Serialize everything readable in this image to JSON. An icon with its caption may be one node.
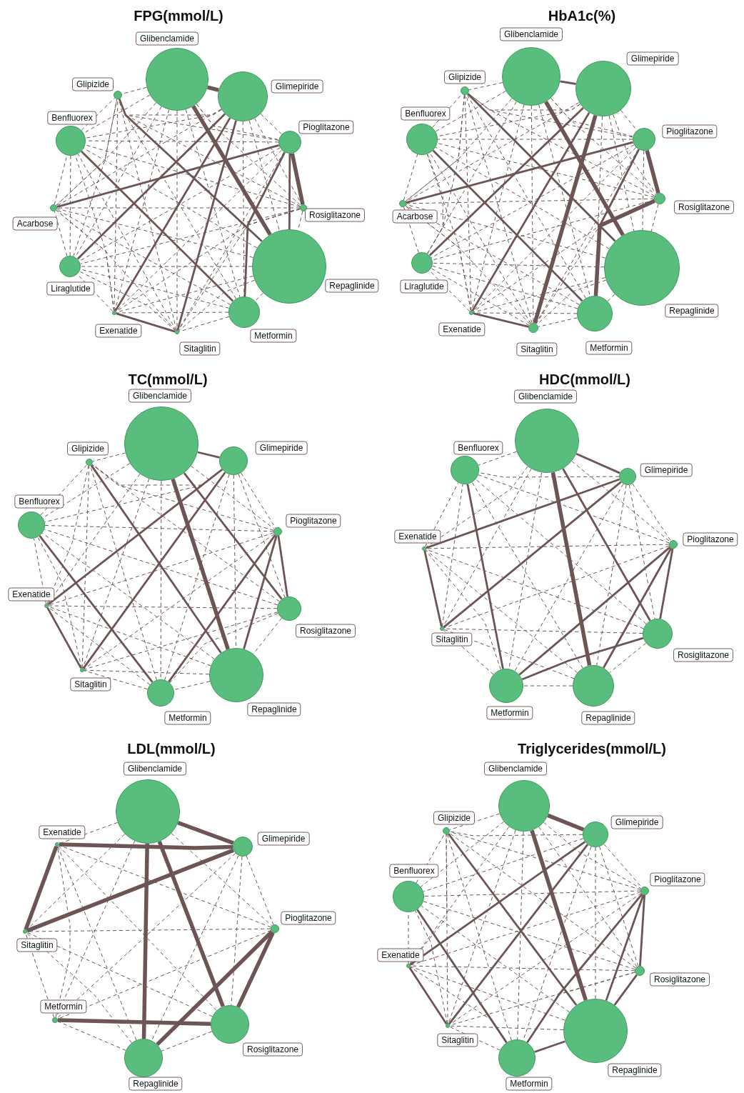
{
  "diagram": {
    "nodes": [
      {
        "text": [
          "FPG(mmol/L)"
        ]
      },
      {
        "text": [
          "Glibenclamide"
        ],
        "in": 0
      },
      {
        "text": [
          "Glimepiride"
        ],
        "in": 0
      },
      {
        "text": [
          "Pioglitazone"
        ],
        "in": 0
      },
      {
        "text": [
          "Rosiglitazone"
        ],
        "in": 0
      },
      {
        "text": [
          "Repaglinide"
        ],
        "in": 0
      },
      {
        "text": [
          "Metformin"
        ],
        "in": 0
      },
      {
        "text": [
          "Sitaglitin"
        ],
        "in": 0
      },
      {
        "text": [
          "Exenatide"
        ],
        "in": 0
      },
      {
        "text": [
          "Liraglutide"
        ],
        "in": 0
      },
      {
        "text": [
          "Acarbose"
        ],
        "in": 0
      },
      {
        "text": [
          "Benfluorex"
        ],
        "in": 0
      },
      {
        "text": [
          "Glipizide"
        ],
        "in": 0
      },
      {
        "text": [
          "HbA1c(%)"
        ]
      },
      {
        "text": [
          "Glibenclamide"
        ],
        "in": 13
      },
      {
        "text": [
          "Glimepiride"
        ],
        "in": 13
      },
      {
        "text": [
          "Pioglitazone"
        ],
        "in": 13
      },
      {
        "text": [
          "Rosiglitazone"
        ],
        "in": 13
      },
      {
        "text": [
          "Repaglinide"
        ],
        "in": 13
      },
      {
        "text": [
          "Metformin"
        ],
        "in": 13
      },
      {
        "text": [
          "Sitaglitin"
        ],
        "in": 13
      },
      {
        "text": [
          "Exenatide"
        ],
        "in": 13
      },
      {
        "text": [
          "Liraglutide"
        ],
        "in": 13
      },
      {
        "text": [
          "Acarbose"
        ],
        "in": 13
      },
      {
        "text": [
          "Benfluorex"
        ],
        "in": 13
      },
      {
        "text": [
          "Glipizide"
        ],
        "in": 13
      },
      {
        "text": [
          "TC(mmol/L)"
        ]
      },
      {
        "text": [
          "Glibenclamide"
        ],
        "in": 26
      },
      {
        "text": [
          "Glimepiride"
        ],
        "in": 26
      },
      {
        "text": [
          "Pioglitazone"
        ],
        "in": 26
      },
      {
        "text": [
          "Rosiglitazone"
        ],
        "in": 26
      },
      {
        "text": [
          "Repaglinide"
        ],
        "in": 26
      },
      {
        "text": [
          "Metformin"
        ],
        "in": 26
      },
      {
        "text": [
          "Sitaglitin"
        ],
        "in": 26
      },
      {
        "text": [
          "Exenatide"
        ],
        "in": 26
      },
      {
        "text": [
          "Benfluorex"
        ],
        "in": 26
      },
      {
        "text": [
          "Glipizide"
        ],
        "in": 26
      },
      {
        "text": [
          "HDC(mmol/L)"
        ]
      },
      {
        "text": [
          "Glibenclamide"
        ],
        "in": 37
      },
      {
        "text": [
          "Glimepiride"
        ],
        "in": 37
      },
      {
        "text": [
          "Pioglitazone"
        ],
        "in": 37
      },
      {
        "text": [
          "Rosiglitazone"
        ],
        "in": 37
      },
      {
        "text": [
          "Repaglinide"
        ],
        "in": 37
      },
      {
        "text": [
          "Metformin"
        ],
        "in": 37
      },
      {
        "text": [
          "Sitaglitin"
        ],
        "in": 37
      },
      {
        "text": [
          "Exenatide"
        ],
        "in": 37
      },
      {
        "text": [
          "Benfluorex"
        ],
        "in": 37
      },
      {
        "text": [
          "LDL(mmol/L)"
        ]
      },
      {
        "text": [
          "Glibenclamide"
        ],
        "in": 47
      },
      {
        "text": [
          "Glimepiride"
        ],
        "in": 47
      },
      {
        "text": [
          "Pioglitazone"
        ],
        "in": 47
      },
      {
        "text": [
          "Rosiglitazone"
        ],
        "in": 47
      },
      {
        "text": [
          "Repaglinide"
        ],
        "in": 47
      },
      {
        "text": [
          "Metformin"
        ],
        "in": 47
      },
      {
        "text": [
          "Sitaglitin"
        ],
        "in": 47
      },
      {
        "text": [
          "Exenatide"
        ],
        "in": 47
      },
      {
        "text": [
          "Triglycerides(mmol/L)"
        ]
      },
      {
        "text": [
          "Glibenclamide"
        ],
        "in": 56
      },
      {
        "text": [
          "Glimepiride"
        ],
        "in": 56
      },
      {
        "text": [
          "Pioglitazone"
        ],
        "in": 56
      },
      {
        "text": [
          "Rosiglitazone"
        ],
        "in": 56
      },
      {
        "text": [
          "Repaglinide"
        ],
        "in": 56
      },
      {
        "text": [
          "Metformin"
        ],
        "in": 56
      },
      {
        "text": [
          "Sitaglitin"
        ],
        "in": 56
      },
      {
        "text": [
          "Exenatide"
        ],
        "in": 56
      },
      {
        "text": [
          "Benfluorex"
        ],
        "in": 56
      },
      {
        "text": [
          "Glipizide"
        ],
        "in": 56
      }
    ],
    "edges": [
      {
        "from": 1,
        "to": 2,
        "arrow": "none",
        "style": "thick"
      },
      {
        "from": 1,
        "to": 3,
        "arrow": "none",
        "style": "dashed"
      },
      {
        "from": 1,
        "to": 4,
        "arrow": "none",
        "style": "dashed"
      },
      {
        "from": 1,
        "to": 5,
        "arrow": "none",
        "style": "thick"
      },
      {
        "from": 1,
        "to": 6,
        "arrow": "none",
        "style": "dashed"
      },
      {
        "from": 1,
        "to": 7,
        "arrow": "none",
        "style": "dashed"
      },
      {
        "from": 1,
        "to": 8,
        "arrow": "none",
        "style": "dashed"
      },
      {
        "from": 1,
        "to": 9,
        "arrow": "none",
        "style": "dashed"
      },
      {
        "from": 1,
        "to": 10,
        "arrow": "none",
        "style": "dashed"
      },
      {
        "from": 1,
        "to": 11,
        "arrow": "none",
        "style": "dashed"
      },
      {
        "from": 1,
        "to": 12,
        "arrow": "none",
        "style": "dashed"
      },
      {
        "from": 2,
        "to": 3,
        "arrow": "none",
        "style": "dashed"
      },
      {
        "from": 2,
        "to": 4,
        "arrow": "none",
        "style": "dashed"
      },
      {
        "from": 2,
        "to": 5,
        "arrow": "none",
        "style": "dashed"
      },
      {
        "from": 2,
        "to": 6,
        "arrow": "none",
        "style": "dashed"
      },
      {
        "from": 2,
        "to": 7,
        "arrow": "none"
      },
      {
        "from": 2,
        "to": 8,
        "arrow": "none"
      },
      {
        "from": 2,
        "to": 9,
        "arrow": "none"
      },
      {
        "from": 2,
        "to": 10,
        "arrow": "none",
        "style": "dashed"
      },
      {
        "from": 2,
        "to": 11,
        "arrow": "none",
        "style": "dashed"
      },
      {
        "from": 2,
        "to": 12,
        "arrow": "none",
        "style": "dashed"
      },
      {
        "from": 3,
        "to": 4,
        "arrow": "none",
        "style": "thick"
      },
      {
        "from": 3,
        "to": 5,
        "arrow": "none"
      },
      {
        "from": 3,
        "to": 6,
        "arrow": "none"
      },
      {
        "from": 3,
        "to": 7,
        "arrow": "none",
        "style": "dashed"
      },
      {
        "from": 3,
        "to": 8,
        "arrow": "none",
        "style": "dashed"
      },
      {
        "from": 3,
        "to": 9,
        "arrow": "none",
        "style": "dashed"
      },
      {
        "from": 3,
        "to": 10,
        "arrow": "none"
      },
      {
        "from": 3,
        "to": 11,
        "arrow": "none",
        "style": "dashed"
      },
      {
        "from": 3,
        "to": 12,
        "arrow": "none",
        "style": "dashed"
      },
      {
        "from": 4,
        "to": 5,
        "arrow": "none",
        "style": "dashed"
      },
      {
        "from": 4,
        "to": 6,
        "arrow": "none",
        "style": "dashed"
      },
      {
        "from": 4,
        "to": 7,
        "arrow": "none",
        "style": "dashed"
      },
      {
        "from": 4,
        "to": 8,
        "arrow": "none",
        "style": "dashed"
      },
      {
        "from": 4,
        "to": 9,
        "arrow": "none",
        "style": "dashed"
      },
      {
        "from": 4,
        "to": 10,
        "arrow": "none",
        "style": "dashed"
      },
      {
        "from": 4,
        "to": 11,
        "arrow": "none",
        "style": "dashed"
      },
      {
        "from": 4,
        "to": 12,
        "arrow": "none",
        "style": "dashed"
      },
      {
        "from": 5,
        "to": 6,
        "arrow": "none",
        "style": "dashed"
      },
      {
        "from": 5,
        "to": 7,
        "arrow": "none",
        "style": "dashed"
      },
      {
        "from": 5,
        "to": 8,
        "arrow": "none",
        "style": "dashed"
      },
      {
        "from": 5,
        "to": 9,
        "arrow": "none",
        "style": "dashed"
      },
      {
        "from": 5,
        "to": 10,
        "arrow": "none",
        "style": "dashed"
      },
      {
        "from": 5,
        "to": 11,
        "arrow": "none",
        "style": "dashed"
      },
      {
        "from": 5,
        "to": 12,
        "arrow": "none"
      },
      {
        "from": 6,
        "to": 7,
        "arrow": "none",
        "style": "dashed"
      },
      {
        "from": 6,
        "to": 8,
        "arrow": "none",
        "style": "dashed"
      },
      {
        "from": 6,
        "to": 9,
        "arrow": "none",
        "style": "dashed"
      },
      {
        "from": 6,
        "to": 10,
        "arrow": "none",
        "style": "dashed"
      },
      {
        "from": 6,
        "to": 11,
        "arrow": "none"
      },
      {
        "from": 6,
        "to": 12,
        "arrow": "none",
        "style": "dashed"
      },
      {
        "from": 7,
        "to": 8,
        "arrow": "none"
      },
      {
        "from": 7,
        "to": 9,
        "arrow": "none",
        "style": "dashed"
      },
      {
        "from": 7,
        "to": 10,
        "arrow": "none",
        "style": "dashed"
      },
      {
        "from": 7,
        "to": 11,
        "arrow": "none",
        "style": "dashed"
      },
      {
        "from": 7,
        "to": 12,
        "arrow": "none",
        "style": "dashed"
      },
      {
        "from": 8,
        "to": 9,
        "arrow": "none",
        "style": "dashed"
      },
      {
        "from": 8,
        "to": 10,
        "arrow": "none",
        "style": "dashed"
      },
      {
        "from": 8,
        "to": 11,
        "arrow": "none",
        "style": "dashed"
      },
      {
        "from": 8,
        "to": 12,
        "arrow": "none",
        "style": "dashed"
      },
      {
        "from": 9,
        "to": 10,
        "arrow": "none",
        "style": "dashed"
      },
      {
        "from": 9,
        "to": 11,
        "arrow": "none",
        "style": "dashed"
      },
      {
        "from": 9,
        "to": 12,
        "arrow": "none",
        "style": "dashed"
      },
      {
        "from": 10,
        "to": 11,
        "arrow": "none",
        "style": "dashed"
      },
      {
        "from": 10,
        "to": 12,
        "arrow": "none",
        "style": "dashed"
      },
      {
        "from": 11,
        "to": 12,
        "arrow": "none",
        "style": "dashed"
      },
      {
        "from": 14,
        "to": 15,
        "arrow": "none"
      },
      {
        "from": 14,
        "to": 16,
        "arrow": "none",
        "style": "dashed"
      },
      {
        "from": 14,
        "to": 17,
        "arrow": "none",
        "style": "dashed"
      },
      {
        "from": 14,
        "to": 18,
        "arrow": "none",
        "style": "thick"
      },
      {
        "from": 14,
        "to": 19,
        "arrow": "none",
        "style": "dashed"
      },
      {
        "from": 14,
        "to": 20,
        "arrow": "none",
        "style": "dashed"
      },
      {
        "from": 14,
        "to": 21,
        "arrow": "none",
        "style": "dashed"
      },
      {
        "from": 14,
        "to": 22,
        "arrow": "none",
        "style": "dashed"
      },
      {
        "from": 14,
        "to": 23,
        "arrow": "none",
        "style": "dashed"
      },
      {
        "from": 14,
        "to": 24,
        "arrow": "none",
        "style": "dashed"
      },
      {
        "from": 14,
        "to": 25,
        "arrow": "none",
        "style": "dashed"
      },
      {
        "from": 15,
        "to": 16,
        "arrow": "none",
        "style": "dashed"
      },
      {
        "from": 15,
        "to": 17,
        "arrow": "none",
        "style": "dashed"
      },
      {
        "from": 15,
        "to": 18,
        "arrow": "none",
        "style": "dashed"
      },
      {
        "from": 15,
        "to": 19,
        "arrow": "none",
        "style": "dashed"
      },
      {
        "from": 15,
        "to": 20,
        "arrow": "none",
        "style": "thick"
      },
      {
        "from": 15,
        "to": 21,
        "arrow": "none"
      },
      {
        "from": 15,
        "to": 22,
        "arrow": "none"
      },
      {
        "from": 15,
        "to": 23,
        "arrow": "none",
        "style": "dashed"
      },
      {
        "from": 15,
        "to": 24,
        "arrow": "none",
        "style": "dashed"
      },
      {
        "from": 15,
        "to": 25,
        "arrow": "none",
        "style": "dashed"
      },
      {
        "from": 16,
        "to": 17,
        "arrow": "none",
        "style": "thick"
      },
      {
        "from": 16,
        "to": 18,
        "arrow": "none",
        "style": "dashed"
      },
      {
        "from": 16,
        "to": 19,
        "arrow": "none"
      },
      {
        "from": 16,
        "to": 20,
        "arrow": "none",
        "style": "dashed"
      },
      {
        "from": 16,
        "to": 21,
        "arrow": "none",
        "style": "dashed"
      },
      {
        "from": 16,
        "to": 22,
        "arrow": "none",
        "style": "dashed"
      },
      {
        "from": 16,
        "to": 23,
        "arrow": "none"
      },
      {
        "from": 16,
        "to": 24,
        "arrow": "none",
        "style": "dashed"
      },
      {
        "from": 16,
        "to": 25,
        "arrow": "none",
        "style": "dashed"
      },
      {
        "from": 17,
        "to": 18,
        "arrow": "none",
        "style": "dashed"
      },
      {
        "from": 17,
        "to": 19,
        "arrow": "none",
        "style": "thick"
      },
      {
        "from": 17,
        "to": 20,
        "arrow": "none",
        "style": "dashed"
      },
      {
        "from": 17,
        "to": 21,
        "arrow": "none",
        "style": "dashed"
      },
      {
        "from": 17,
        "to": 22,
        "arrow": "none",
        "style": "dashed"
      },
      {
        "from": 17,
        "to": 23,
        "arrow": "none",
        "style": "dashed"
      },
      {
        "from": 17,
        "to": 24,
        "arrow": "none",
        "style": "dashed"
      },
      {
        "from": 17,
        "to": 25,
        "arrow": "none",
        "style": "dashed"
      },
      {
        "from": 18,
        "to": 19,
        "arrow": "none",
        "style": "dashed"
      },
      {
        "from": 18,
        "to": 20,
        "arrow": "none",
        "style": "dashed"
      },
      {
        "from": 18,
        "to": 21,
        "arrow": "none",
        "style": "dashed"
      },
      {
        "from": 18,
        "to": 22,
        "arrow": "none",
        "style": "dashed"
      },
      {
        "from": 18,
        "to": 23,
        "arrow": "none",
        "style": "dashed"
      },
      {
        "from": 18,
        "to": 24,
        "arrow": "none",
        "style": "dashed"
      },
      {
        "from": 18,
        "to": 25,
        "arrow": "none"
      },
      {
        "from": 19,
        "to": 20,
        "arrow": "none",
        "style": "dashed"
      },
      {
        "from": 19,
        "to": 21,
        "arrow": "none",
        "style": "dashed"
      },
      {
        "from": 19,
        "to": 22,
        "arrow": "none",
        "style": "dashed"
      },
      {
        "from": 19,
        "to": 23,
        "arrow": "none",
        "style": "dashed"
      },
      {
        "from": 19,
        "to": 24,
        "arrow": "none"
      },
      {
        "from": 19,
        "to": 25,
        "arrow": "none",
        "style": "dashed"
      },
      {
        "from": 20,
        "to": 21,
        "arrow": "none"
      },
      {
        "from": 20,
        "to": 22,
        "arrow": "none",
        "style": "dashed"
      },
      {
        "from": 20,
        "to": 23,
        "arrow": "none",
        "style": "dashed"
      },
      {
        "from": 20,
        "to": 24,
        "arrow": "none",
        "style": "dashed"
      },
      {
        "from": 20,
        "to": 25,
        "arrow": "none",
        "style": "dashed"
      },
      {
        "from": 21,
        "to": 22,
        "arrow": "none",
        "style": "dashed"
      },
      {
        "from": 21,
        "to": 23,
        "arrow": "none",
        "style": "dashed"
      },
      {
        "from": 21,
        "to": 24,
        "arrow": "none",
        "style": "dashed"
      },
      {
        "from": 21,
        "to": 25,
        "arrow": "none",
        "style": "dashed"
      },
      {
        "from": 22,
        "to": 23,
        "arrow": "none",
        "style": "dashed"
      },
      {
        "from": 22,
        "to": 24,
        "arrow": "none",
        "style": "dashed"
      },
      {
        "from": 22,
        "to": 25,
        "arrow": "none",
        "style": "dashed"
      },
      {
        "from": 23,
        "to": 24,
        "arrow": "none",
        "style": "dashed"
      },
      {
        "from": 23,
        "to": 25,
        "arrow": "none",
        "style": "dashed"
      },
      {
        "from": 24,
        "to": 25,
        "arrow": "none",
        "style": "dashed"
      },
      {
        "from": 27,
        "to": 28,
        "arrow": "none"
      },
      {
        "from": 27,
        "to": 29,
        "arrow": "none",
        "style": "dashed"
      },
      {
        "from": 27,
        "to": 30,
        "arrow": "none"
      },
      {
        "from": 27,
        "to": 31,
        "arrow": "none",
        "style": "thick"
      },
      {
        "from": 27,
        "to": 32,
        "arrow": "none",
        "style": "dashed"
      },
      {
        "from": 27,
        "to": 33,
        "arrow": "none",
        "style": "dashed"
      },
      {
        "from": 27,
        "to": 34,
        "arrow": "none",
        "style": "dashed"
      },
      {
        "from": 27,
        "to": 35,
        "arrow": "none",
        "style": "dashed"
      },
      {
        "from": 27,
        "to": 36,
        "arrow": "none",
        "style": "dashed"
      },
      {
        "from": 28,
        "to": 29,
        "arrow": "none",
        "style": "dashed"
      },
      {
        "from": 28,
        "to": 30,
        "arrow": "none",
        "style": "dashed"
      },
      {
        "from": 28,
        "to": 31,
        "arrow": "none",
        "style": "dashed"
      },
      {
        "from": 28,
        "to": 32,
        "arrow": "none",
        "style": "dashed"
      },
      {
        "from": 28,
        "to": 33,
        "arrow": "none"
      },
      {
        "from": 28,
        "to": 34,
        "arrow": "none"
      },
      {
        "from": 28,
        "to": 35,
        "arrow": "none",
        "style": "dashed"
      },
      {
        "from": 28,
        "to": 36,
        "arrow": "none",
        "style": "dashed"
      },
      {
        "from": 29,
        "to": 30,
        "arrow": "none"
      },
      {
        "from": 29,
        "to": 31,
        "arrow": "none"
      },
      {
        "from": 29,
        "to": 32,
        "arrow": "none"
      },
      {
        "from": 29,
        "to": 33,
        "arrow": "none",
        "style": "dashed"
      },
      {
        "from": 29,
        "to": 34,
        "arrow": "none",
        "style": "dashed"
      },
      {
        "from": 29,
        "to": 35,
        "arrow": "none",
        "style": "dashed"
      },
      {
        "from": 29,
        "to": 36,
        "arrow": "none",
        "style": "dashed"
      },
      {
        "from": 30,
        "to": 31,
        "arrow": "none",
        "style": "dashed"
      },
      {
        "from": 30,
        "to": 32,
        "arrow": "none",
        "style": "dashed"
      },
      {
        "from": 30,
        "to": 33,
        "arrow": "none",
        "style": "dashed"
      },
      {
        "from": 30,
        "to": 34,
        "arrow": "none",
        "style": "dashed"
      },
      {
        "from": 30,
        "to": 35,
        "arrow": "none",
        "style": "dashed"
      },
      {
        "from": 30,
        "to": 36,
        "arrow": "none",
        "style": "dashed"
      },
      {
        "from": 31,
        "to": 32,
        "arrow": "none",
        "style": "dashed"
      },
      {
        "from": 31,
        "to": 33,
        "arrow": "none",
        "style": "dashed"
      },
      {
        "from": 31,
        "to": 34,
        "arrow": "none",
        "style": "dashed"
      },
      {
        "from": 31,
        "to": 35,
        "arrow": "none",
        "style": "dashed"
      },
      {
        "from": 31,
        "to": 36,
        "arrow": "none"
      },
      {
        "from": 32,
        "to": 33,
        "arrow": "none",
        "style": "dashed"
      },
      {
        "from": 32,
        "to": 34,
        "arrow": "none",
        "style": "dashed"
      },
      {
        "from": 32,
        "to": 35,
        "arrow": "none"
      },
      {
        "from": 32,
        "to": 36,
        "arrow": "none",
        "style": "dashed"
      },
      {
        "from": 33,
        "to": 34,
        "arrow": "none"
      },
      {
        "from": 33,
        "to": 35,
        "arrow": "none",
        "style": "dashed"
      },
      {
        "from": 33,
        "to": 36,
        "arrow": "none",
        "style": "dashed"
      },
      {
        "from": 34,
        "to": 35,
        "arrow": "none",
        "style": "dashed"
      },
      {
        "from": 34,
        "to": 36,
        "arrow": "none",
        "style": "dashed"
      },
      {
        "from": 35,
        "to": 36,
        "arrow": "none",
        "style": "dashed"
      },
      {
        "from": 38,
        "to": 39,
        "arrow": "none"
      },
      {
        "from": 38,
        "to": 40,
        "arrow": "none",
        "style": "dashed"
      },
      {
        "from": 38,
        "to": 41,
        "arrow": "none"
      },
      {
        "from": 38,
        "to": 42,
        "arrow": "none",
        "style": "thick"
      },
      {
        "from": 38,
        "to": 43,
        "arrow": "none",
        "style": "dashed"
      },
      {
        "from": 38,
        "to": 44,
        "arrow": "none",
        "style": "dashed"
      },
      {
        "from": 38,
        "to": 45,
        "arrow": "none",
        "style": "dashed"
      },
      {
        "from": 38,
        "to": 46,
        "arrow": "none",
        "style": "dashed"
      },
      {
        "from": 39,
        "to": 40,
        "arrow": "none",
        "style": "dashed"
      },
      {
        "from": 39,
        "to": 41,
        "arrow": "none",
        "style": "dashed"
      },
      {
        "from": 39,
        "to": 42,
        "arrow": "none",
        "style": "dashed"
      },
      {
        "from": 39,
        "to": 43,
        "arrow": "none",
        "style": "dashed"
      },
      {
        "from": 39,
        "to": 44,
        "arrow": "none"
      },
      {
        "from": 39,
        "to": 45,
        "arrow": "none"
      },
      {
        "from": 39,
        "to": 46,
        "arrow": "none",
        "style": "dashed"
      },
      {
        "from": 40,
        "to": 41,
        "arrow": "none"
      },
      {
        "from": 40,
        "to": 42,
        "arrow": "none"
      },
      {
        "from": 40,
        "to": 43,
        "arrow": "none"
      },
      {
        "from": 40,
        "to": 44,
        "arrow": "none",
        "style": "dashed"
      },
      {
        "from": 40,
        "to": 45,
        "arrow": "none",
        "style": "dashed"
      },
      {
        "from": 40,
        "to": 46,
        "arrow": "none",
        "style": "dashed"
      },
      {
        "from": 41,
        "to": 42,
        "arrow": "none",
        "style": "dashed"
      },
      {
        "from": 41,
        "to": 43,
        "arrow": "none"
      },
      {
        "from": 41,
        "to": 44,
        "arrow": "none",
        "style": "dashed"
      },
      {
        "from": 41,
        "to": 45,
        "arrow": "none",
        "style": "dashed"
      },
      {
        "from": 41,
        "to": 46,
        "arrow": "none",
        "style": "dashed"
      },
      {
        "from": 42,
        "to": 43,
        "arrow": "none",
        "style": "dashed"
      },
      {
        "from": 42,
        "to": 44,
        "arrow": "none",
        "style": "dashed"
      },
      {
        "from": 42,
        "to": 45,
        "arrow": "none",
        "style": "dashed"
      },
      {
        "from": 42,
        "to": 46,
        "arrow": "none",
        "style": "dashed"
      },
      {
        "from": 43,
        "to": 44,
        "arrow": "none",
        "style": "dashed"
      },
      {
        "from": 43,
        "to": 45,
        "arrow": "none",
        "style": "dashed"
      },
      {
        "from": 43,
        "to": 46,
        "arrow": "none"
      },
      {
        "from": 44,
        "to": 45,
        "arrow": "none"
      },
      {
        "from": 44,
        "to": 46,
        "arrow": "none",
        "style": "dashed"
      },
      {
        "from": 45,
        "to": 46,
        "arrow": "none",
        "style": "dashed"
      },
      {
        "from": 48,
        "to": 49,
        "arrow": "none",
        "style": "thick"
      },
      {
        "from": 48,
        "to": 50,
        "arrow": "none",
        "style": "dashed"
      },
      {
        "from": 48,
        "to": 51,
        "arrow": "none",
        "style": "thick"
      },
      {
        "from": 48,
        "to": 52,
        "arrow": "none",
        "style": "thick"
      },
      {
        "from": 48,
        "to": 53,
        "arrow": "none",
        "style": "dashed"
      },
      {
        "from": 48,
        "to": 54,
        "arrow": "none",
        "style": "dashed"
      },
      {
        "from": 48,
        "to": 55,
        "arrow": "none",
        "style": "dashed"
      },
      {
        "from": 49,
        "to": 50,
        "arrow": "none",
        "style": "dashed"
      },
      {
        "from": 49,
        "to": 51,
        "arrow": "none",
        "style": "dashed"
      },
      {
        "from": 49,
        "to": 52,
        "arrow": "none",
        "style": "dashed"
      },
      {
        "from": 49,
        "to": 53,
        "arrow": "none",
        "style": "dashed"
      },
      {
        "from": 49,
        "to": 54,
        "arrow": "none",
        "style": "thick"
      },
      {
        "from": 49,
        "to": 55,
        "arrow": "none",
        "style": "thick"
      },
      {
        "from": 50,
        "to": 51,
        "arrow": "none",
        "style": "thick"
      },
      {
        "from": 50,
        "to": 52,
        "arrow": "none",
        "style": "thick"
      },
      {
        "from": 50,
        "to": 53,
        "arrow": "none",
        "style": "dashed"
      },
      {
        "from": 50,
        "to": 54,
        "arrow": "none",
        "style": "dashed"
      },
      {
        "from": 50,
        "to": 55,
        "arrow": "none",
        "style": "dashed"
      },
      {
        "from": 51,
        "to": 52,
        "arrow": "none",
        "style": "dashed"
      },
      {
        "from": 51,
        "to": 53,
        "arrow": "none",
        "style": "thick"
      },
      {
        "from": 51,
        "to": 54,
        "arrow": "none",
        "style": "dashed"
      },
      {
        "from": 51,
        "to": 55,
        "arrow": "none",
        "style": "dashed"
      },
      {
        "from": 52,
        "to": 53,
        "arrow": "none",
        "style": "dashed"
      },
      {
        "from": 52,
        "to": 54,
        "arrow": "none",
        "style": "dashed"
      },
      {
        "from": 52,
        "to": 55,
        "arrow": "none",
        "style": "dashed"
      },
      {
        "from": 53,
        "to": 54,
        "arrow": "none",
        "style": "dashed"
      },
      {
        "from": 53,
        "to": 55,
        "arrow": "none",
        "style": "dashed"
      },
      {
        "from": 54,
        "to": 55,
        "arrow": "none",
        "style": "thick"
      },
      {
        "from": 57,
        "to": 58,
        "arrow": "none",
        "style": "thick"
      },
      {
        "from": 57,
        "to": 59,
        "arrow": "none",
        "style": "dashed"
      },
      {
        "from": 57,
        "to": 60,
        "arrow": "none",
        "style": "dashed"
      },
      {
        "from": 57,
        "to": 61,
        "arrow": "none",
        "style": "thick"
      },
      {
        "from": 57,
        "to": 62,
        "arrow": "none",
        "style": "dashed"
      },
      {
        "from": 57,
        "to": 63,
        "arrow": "none",
        "style": "dashed"
      },
      {
        "from": 57,
        "to": 64,
        "arrow": "none",
        "style": "dashed"
      },
      {
        "from": 57,
        "to": 65,
        "arrow": "none",
        "style": "dashed"
      },
      {
        "from": 57,
        "to": 66,
        "arrow": "none",
        "style": "dashed"
      },
      {
        "from": 58,
        "to": 59,
        "arrow": "none",
        "style": "dashed"
      },
      {
        "from": 58,
        "to": 60,
        "arrow": "none",
        "style": "dashed"
      },
      {
        "from": 58,
        "to": 61,
        "arrow": "none",
        "style": "dashed"
      },
      {
        "from": 58,
        "to": 62,
        "arrow": "none",
        "style": "dashed"
      },
      {
        "from": 58,
        "to": 63,
        "arrow": "none"
      },
      {
        "from": 58,
        "to": 64,
        "arrow": "none"
      },
      {
        "from": 58,
        "to": 65,
        "arrow": "none",
        "style": "dashed"
      },
      {
        "from": 58,
        "to": 66,
        "arrow": "none",
        "style": "dashed"
      },
      {
        "from": 59,
        "to": 60,
        "arrow": "none"
      },
      {
        "from": 59,
        "to": 61,
        "arrow": "none"
      },
      {
        "from": 59,
        "to": 62,
        "arrow": "none"
      },
      {
        "from": 59,
        "to": 63,
        "arrow": "none",
        "style": "dashed"
      },
      {
        "from": 59,
        "to": 64,
        "arrow": "none",
        "style": "dashed"
      },
      {
        "from": 59,
        "to": 65,
        "arrow": "none",
        "style": "dashed"
      },
      {
        "from": 59,
        "to": 66,
        "arrow": "none",
        "style": "dashed"
      },
      {
        "from": 60,
        "to": 61,
        "arrow": "none"
      },
      {
        "from": 60,
        "to": 62,
        "arrow": "none",
        "style": "dashed"
      },
      {
        "from": 60,
        "to": 63,
        "arrow": "none",
        "style": "dashed"
      },
      {
        "from": 60,
        "to": 64,
        "arrow": "none",
        "style": "dashed"
      },
      {
        "from": 60,
        "to": 65,
        "arrow": "none",
        "style": "dashed"
      },
      {
        "from": 60,
        "to": 66,
        "arrow": "none",
        "style": "dashed"
      },
      {
        "from": 61,
        "to": 62,
        "arrow": "none"
      },
      {
        "from": 61,
        "to": 63,
        "arrow": "none",
        "style": "dashed"
      },
      {
        "from": 61,
        "to": 64,
        "arrow": "none",
        "style": "dashed"
      },
      {
        "from": 61,
        "to": 65,
        "arrow": "none",
        "style": "dashed"
      },
      {
        "from": 61,
        "to": 66,
        "arrow": "none"
      },
      {
        "from": 62,
        "to": 63,
        "arrow": "none",
        "style": "dashed"
      },
      {
        "from": 62,
        "to": 64,
        "arrow": "none",
        "style": "dashed"
      },
      {
        "from": 62,
        "to": 65,
        "arrow": "none"
      },
      {
        "from": 62,
        "to": 66,
        "arrow": "none",
        "style": "dashed"
      },
      {
        "from": 63,
        "to": 64,
        "arrow": "none"
      },
      {
        "from": 63,
        "to": 65,
        "arrow": "none",
        "style": "dashed"
      },
      {
        "from": 63,
        "to": 66,
        "arrow": "none",
        "style": "dashed"
      },
      {
        "from": 64,
        "to": 65,
        "arrow": "none",
        "style": "dashed"
      },
      {
        "from": 64,
        "to": 66,
        "arrow": "none",
        "style": "dashed"
      },
      {
        "from": 65,
        "to": 66,
        "arrow": "none",
        "style": "dashed"
      }
    ]
  }
}
